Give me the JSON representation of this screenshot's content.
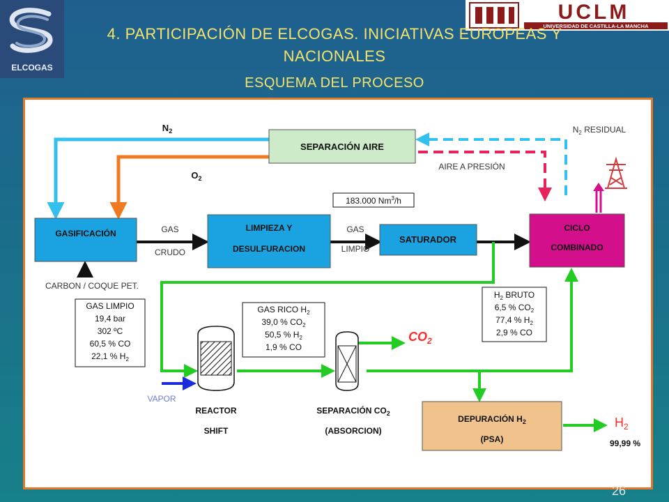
{
  "slide": {
    "title_line1": "4.  PARTICIPACIÓN DE ELCOGAS. INICIATIVAS EUROPEAS Y",
    "title_line2": "NACIONALES",
    "subtitle": "ESQUEMA DEL PROCESO",
    "page_number": "26",
    "logo_left_text": "ELCOGAS",
    "logo_right_name": "UCLM",
    "logo_right_text": "UNIVERSIDAD DE CASTILLA-LA MANCHA"
  },
  "colors": {
    "title": "#f5e36a",
    "panel_border": "#e07a2a",
    "green_box": "#cdebc8",
    "blue_box": "#1aa3e0",
    "magenta_box": "#d40f8c",
    "orange_box": "#f0c28c",
    "green_line": "#22cc22",
    "cyan_line": "#33c0ec",
    "orange_line": "#ef7a22",
    "pink_line": "#e8225a",
    "blue_line": "#1a2bdc",
    "co2_text": "#ff2a2a",
    "h2_text": "#ff2a2a",
    "vapor_text": "#6a7fd8"
  },
  "diagram": {
    "nodes": {
      "air_sep": "SEPARACIÓN AIRE",
      "gasification": "GASIFICACIÓN",
      "cleaning_1": "LIMPIEZA Y",
      "cleaning_2": "DESULFURACION",
      "saturator": "SATURADOR",
      "cc_1": "CICLO",
      "cc_2": "COMBINADO",
      "h2_purif_1": "DEPURACIÓN H",
      "h2_purif_sub": "2",
      "h2_purif_2": "(PSA)"
    },
    "labels": {
      "n2_main": "N",
      "n2_sub": "2",
      "o2_main": "O",
      "o2_sub": "2",
      "n2_residual_pre": "N",
      "n2_residual_sub": "2",
      "n2_residual_post": " RESIDUAL",
      "air_pressure": "AIRE A PRESIÓN",
      "flow_main": "183.000  Nm",
      "flow_sup": "3",
      "flow_post": "/h",
      "gas_crudo_1": "GAS",
      "gas_crudo_2": "CRUDO",
      "gas_limpio_1": "GAS",
      "gas_limpio_2": "LIMPIO",
      "feed": "CARBON / COQUE PET.",
      "vapor": "VAPOR",
      "reactor_1": "REACTOR",
      "reactor_2": "SHIFT",
      "sep_co2_pre": "SEPARACIÓN CO",
      "sep_co2_sub": "2",
      "sep_co2_2": "(ABSORCION)",
      "co2_main": "CO",
      "co2_sub": "2",
      "h2_main": "H",
      "h2_sub": "2",
      "purity": "99,99 %"
    },
    "info_gas_limpio": {
      "l1": "GAS LIMPIO",
      "l2": "19,4 bar",
      "l3": "302 ºC",
      "l4": "60,5 % CO",
      "l5_pre": "22,1 % H",
      "l5_sub": "2"
    },
    "info_gas_rico": {
      "l1_pre": "GAS RICO H",
      "l1_sub": "2",
      "l2_pre": "39,0 % CO",
      "l2_sub": "2",
      "l3_pre": "50,5 % H",
      "l3_sub": "2",
      "l4": "1,9 % CO"
    },
    "info_h2_bruto": {
      "l1_pre": "H",
      "l1_sub": "2",
      "l1_post": " BRUTO",
      "l2_pre": "6,5 % CO",
      "l2_sub": "2",
      "l3_pre": "77,4 % H",
      "l3_sub": "2",
      "l4": "2,9 % CO"
    }
  }
}
